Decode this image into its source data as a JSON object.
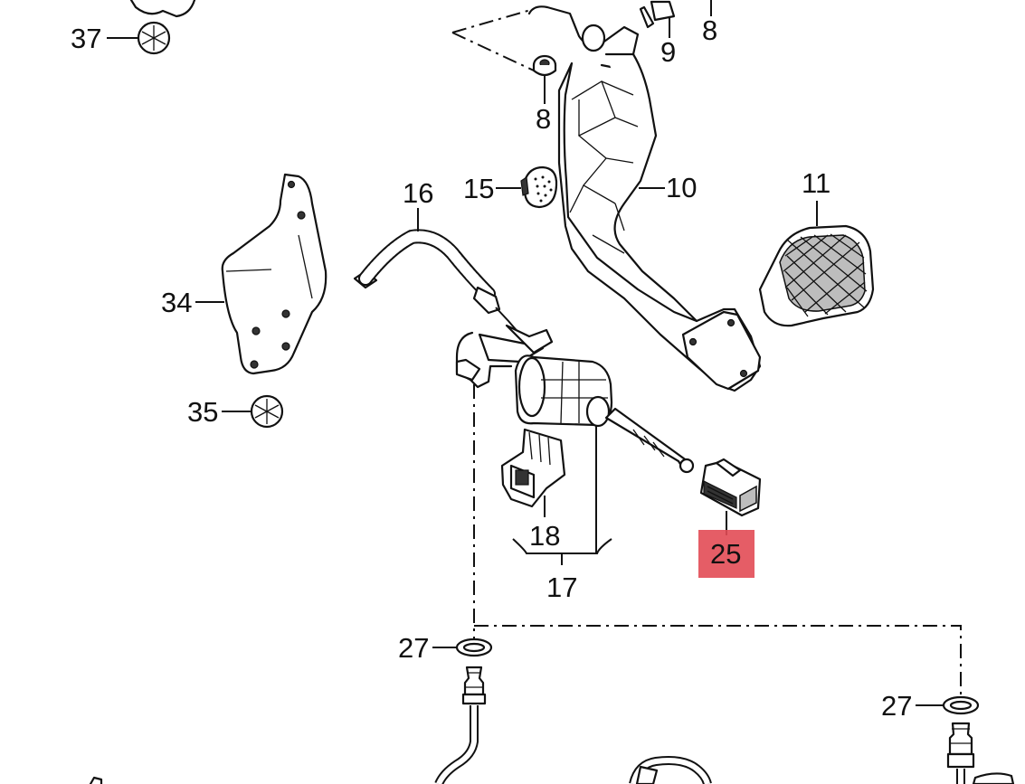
{
  "labels": {
    "l37": "37",
    "l8a": "8",
    "l9": "9",
    "l8b": "8",
    "l15": "15",
    "l10": "10",
    "l11": "11",
    "l16": "16",
    "l34": "34",
    "l35": "35",
    "l18": "18",
    "l17": "17",
    "l25": "25",
    "l27a": "27",
    "l27b": "27"
  },
  "colors": {
    "highlight": "#e24b55",
    "line": "#111111"
  }
}
